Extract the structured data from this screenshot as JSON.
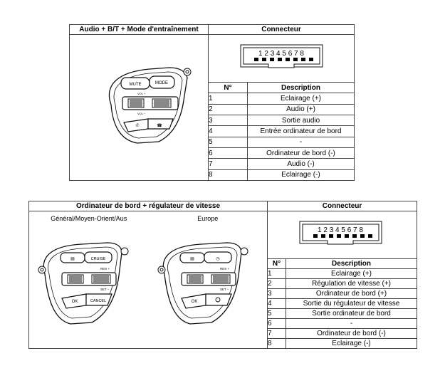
{
  "table1": {
    "header_left": "Audio + B/T + Mode d'entraînement",
    "header_right": "Connecteur",
    "pins_label": "1 2 3 4 5 6 7 8",
    "switch_labels": [
      "MUTE",
      "MODE",
      "VOL +",
      "VOL −"
    ],
    "col_num": "N°",
    "col_desc": "Description",
    "rows": [
      {
        "n": "1",
        "d": "Eclairage (+)"
      },
      {
        "n": "2",
        "d": "Audio (+)"
      },
      {
        "n": "3",
        "d": "Sortie audio"
      },
      {
        "n": "4",
        "d": "Entrée ordinateur de bord"
      },
      {
        "n": "5",
        "d": "-"
      },
      {
        "n": "6",
        "d": "Ordinateur de bord (-)"
      },
      {
        "n": "7",
        "d": "Audio (-)"
      },
      {
        "n": "8",
        "d": "Eclairage (-)"
      }
    ]
  },
  "table2": {
    "header_left": "Ordinateur de bord + régulateur de vitesse",
    "header_right": "Connecteur",
    "sub_left": "Général/Moyen-Orient/Aus",
    "sub_mid": "Europe",
    "pins_label": "1 2 3 4 5 6 7 8",
    "switch_labels": [
      "CRUISE",
      "RES +",
      "SET −",
      "OK",
      "CANCEL"
    ],
    "col_num": "N°",
    "col_desc": "Description",
    "rows": [
      {
        "n": "1",
        "d": "Eclairage (+)"
      },
      {
        "n": "2",
        "d": "Régulation de vitesse (+)"
      },
      {
        "n": "3",
        "d": "Ordinateur de bord (+)"
      },
      {
        "n": "4",
        "d": "Sortie du régulateur de vitesse"
      },
      {
        "n": "5",
        "d": "Sortie ordinateur de bord"
      },
      {
        "n": "6",
        "d": "-"
      },
      {
        "n": "7",
        "d": "Ordinateur de bord (-)"
      },
      {
        "n": "8",
        "d": "Eclairage (-)"
      }
    ]
  }
}
